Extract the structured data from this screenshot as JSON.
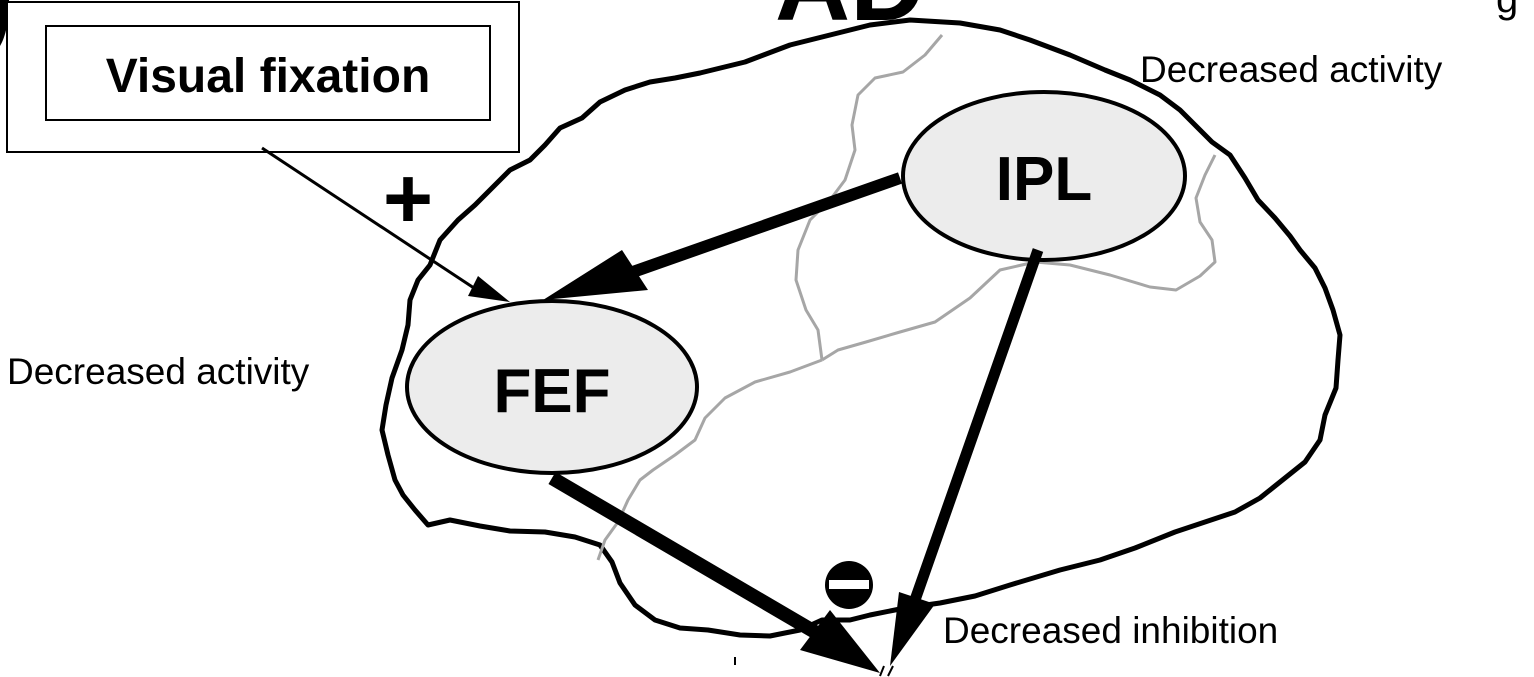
{
  "title_fragment": "AD",
  "top_right_fragment": "g",
  "box_label": "Visual fixation",
  "plus_sign": "+",
  "region_fef": "FEF",
  "region_ipl": "IPL",
  "label_fef_activity": "Decreased activity",
  "label_ipl_activity": "Decreased activity",
  "label_inhibition": "Decreased inhibition",
  "colors": {
    "region_fill": "#ececec",
    "stroke": "#000000",
    "sulcus": "#a6a6a6"
  }
}
